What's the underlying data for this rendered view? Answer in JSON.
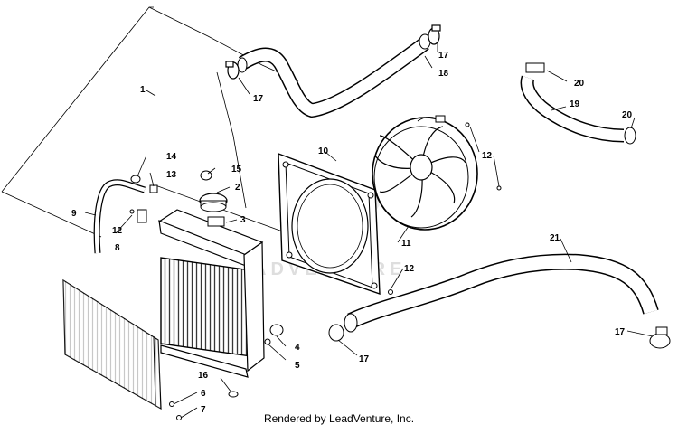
{
  "diagram": {
    "callouts": {
      "c1": "1",
      "c2": "2",
      "c3": "3",
      "c4": "4",
      "c5": "5",
      "c6": "6",
      "c7": "7",
      "c8": "8",
      "c9": "9",
      "c10": "10",
      "c11": "11",
      "c12a": "12",
      "c12b": "12",
      "c12c": "12",
      "c13": "13",
      "c14": "14",
      "c15": "15",
      "c16": "16",
      "c17a": "17",
      "c17b": "17",
      "c17c": "17",
      "c17d": "17",
      "c18": "18",
      "c19": "19",
      "c20a": "20",
      "c20b": "20",
      "c21": "21"
    },
    "watermark": "ADVENTURE"
  },
  "footer": {
    "credit": "Rendered by LeadVenture, Inc."
  }
}
